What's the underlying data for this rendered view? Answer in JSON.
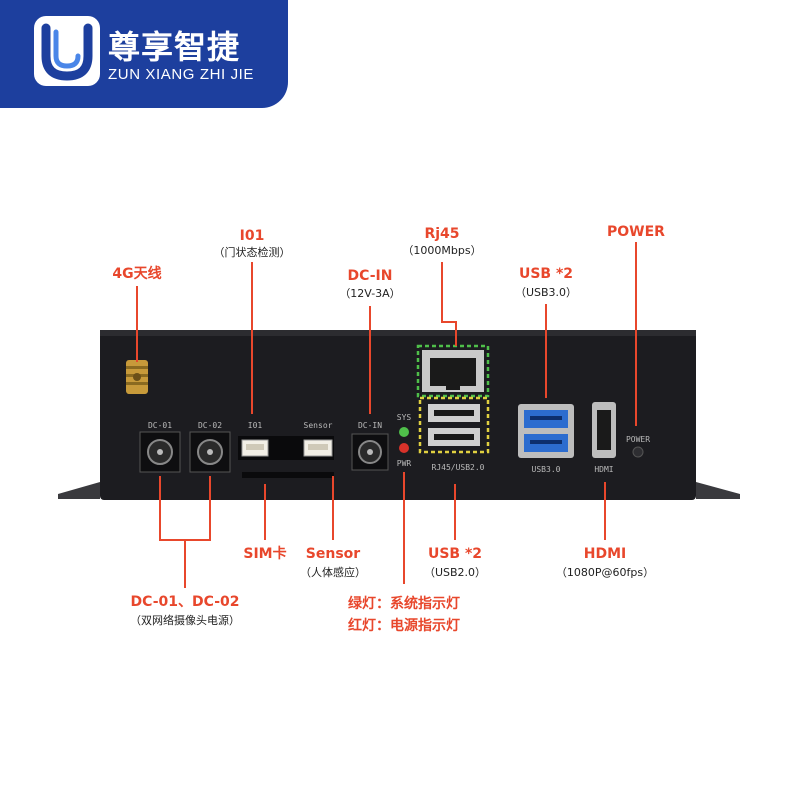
{
  "brand": {
    "name_cn": "尊享智捷",
    "name_en": "ZUN XIANG ZHI JIE",
    "colors": {
      "brand_blue": "#1d3f9e",
      "accent_red": "#e8472c",
      "chassis": "#1c1c20"
    }
  },
  "device_labels": {
    "dc01": "DC-01",
    "dc02": "DC-02",
    "io1": "I01",
    "sensor": "Sensor",
    "dcin": "DC-IN",
    "sys": "SYS",
    "pwr": "PWR",
    "rj45_usb2": "RJ45/USB2.0",
    "usb3": "USB3.0",
    "hdmi": "HDMI",
    "power": "POWER"
  },
  "callouts": {
    "io1": {
      "title": "I01",
      "sub": "（门状态检测）"
    },
    "antenna": {
      "title": "4G天线"
    },
    "dcin": {
      "title": "DC-IN",
      "sub": "（12V-3A）"
    },
    "rj45": {
      "title": "Rj45",
      "sub": "（1000Mbps）"
    },
    "usb3": {
      "title": "USB *2",
      "sub": "（USB3.0）"
    },
    "power": {
      "title": "POWER"
    },
    "sim": {
      "title": "SIM卡"
    },
    "sensor": {
      "title": "Sensor",
      "sub": "（人体感应）"
    },
    "usb2": {
      "title": "USB *2",
      "sub": "（USB2.0）"
    },
    "hdmi": {
      "title": "HDMI",
      "sub": "（1080P@60fps）"
    },
    "leds": {
      "line1": "绿灯：系统指示灯",
      "line2": "红灯：电源指示灯"
    },
    "dc": {
      "title": "DC-01、DC-02",
      "sub": "（双网络摄像头电源）"
    }
  }
}
